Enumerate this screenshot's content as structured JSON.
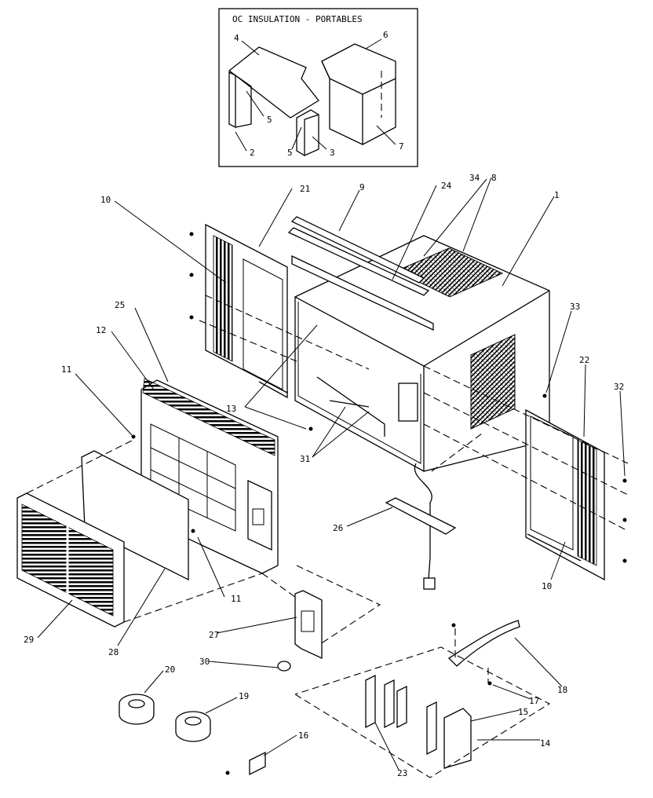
{
  "inset": {
    "title": "OC INSULATION - PORTABLES"
  },
  "labels": {
    "p1": "1",
    "p2": "2",
    "p3": "3",
    "p4": "4",
    "p5a": "5",
    "p5b": "5",
    "p6": "6",
    "p7": "7",
    "p8": "8",
    "p9": "9",
    "p10a": "10",
    "p10b": "10",
    "p11a": "11",
    "p11b": "11",
    "p12": "12",
    "p13": "13",
    "p14": "14",
    "p15": "15",
    "p16": "16",
    "p17": "17",
    "p18": "18",
    "p19": "19",
    "p20": "20",
    "p21": "21",
    "p22": "22",
    "p23": "23",
    "p24": "24",
    "p25": "25",
    "p26": "26",
    "p27": "27",
    "p28": "28",
    "p29": "29",
    "p30": "30",
    "p31": "31",
    "p32": "32",
    "p33": "33",
    "p34": "34"
  }
}
